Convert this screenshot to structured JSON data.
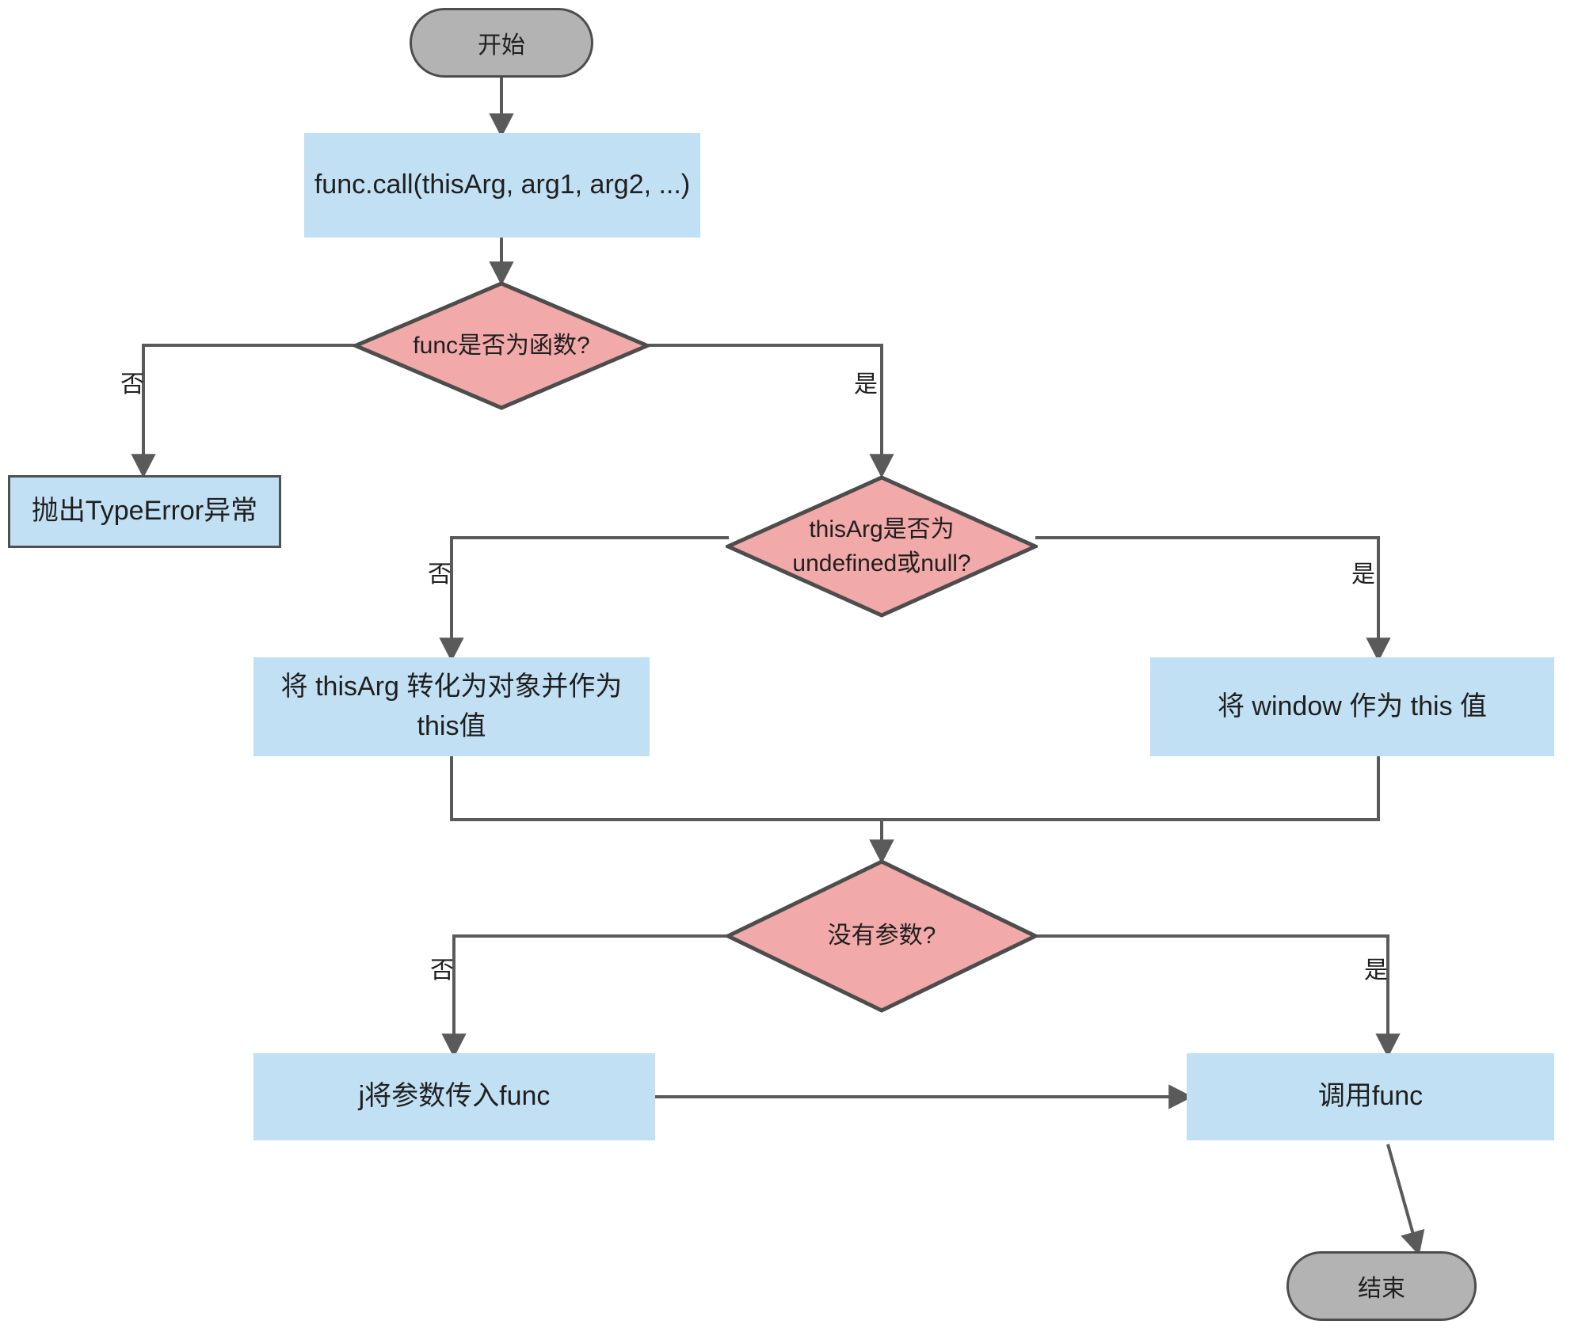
{
  "diagram": {
    "title": "func.call flowchart",
    "colors": {
      "terminal_fill": "#b3b3b3",
      "terminal_stroke": "#4d4d4d",
      "process_fill": "#c2e0f4",
      "process_stroke": "#4d5055",
      "decision_fill": "#f2a9a9",
      "decision_stroke": "#4d4d4d",
      "edge_stroke": "#5a5a5a",
      "background": "#ffffff"
    },
    "nodes": {
      "start": {
        "label": "开始",
        "shape": "terminal"
      },
      "call": {
        "label": "func.call(thisArg, arg1, arg2, ...)",
        "shape": "process"
      },
      "is_function": {
        "label_line1": "func是否为函数?",
        "label_line2": "",
        "shape": "decision"
      },
      "throw_type_error": {
        "label": "抛出TypeError异常",
        "shape": "process"
      },
      "is_undefined_or_null": {
        "label_line1": "thisArg是否为",
        "label_line2": "undefined或null?",
        "shape": "decision"
      },
      "to_object": {
        "label_line1": "将 thisArg 转化为对象并作为",
        "label_line2": "this值",
        "shape": "process"
      },
      "use_window": {
        "label": "将 window 作为 this 值",
        "shape": "process"
      },
      "no_args": {
        "label_line1": "没有参数?",
        "label_line2": "",
        "shape": "decision"
      },
      "pass_args": {
        "label": "j将参数传入func",
        "shape": "process"
      },
      "invoke_func": {
        "label": "调用func",
        "shape": "process"
      },
      "end": {
        "label": "结束",
        "shape": "terminal"
      }
    },
    "edge_labels": {
      "is_function_no": "否",
      "is_function_yes": "是",
      "is_null_no": "否",
      "is_null_yes": "是",
      "no_args_no": "否",
      "no_args_yes": "是"
    }
  }
}
